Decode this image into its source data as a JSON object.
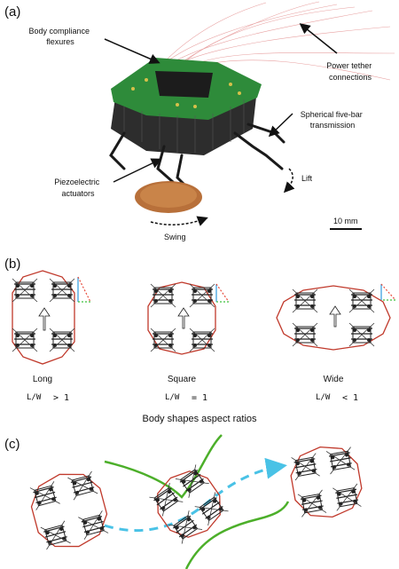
{
  "panels": {
    "a": {
      "label": "(a)",
      "annotations": [
        {
          "id": "flexures",
          "lines": [
            "Body compliance",
            "flexures"
          ]
        },
        {
          "id": "tether",
          "lines": [
            "Power tether",
            "connections"
          ]
        },
        {
          "id": "transmission",
          "lines": [
            "Spherical five-bar",
            "transmission"
          ]
        },
        {
          "id": "actuators",
          "lines": [
            "Piezoelectric",
            "actuators"
          ]
        },
        {
          "id": "lift",
          "lines": [
            "Lift"
          ]
        },
        {
          "id": "swing",
          "lines": [
            "Swing"
          ]
        }
      ],
      "scale_bar": "10 mm"
    },
    "b": {
      "label": "(b)",
      "shapes": [
        {
          "name": "Long",
          "ratio_sym": "L/W",
          "ratio_cmp": "> 1"
        },
        {
          "name": "Square",
          "ratio_sym": "L/W",
          "ratio_cmp": "= 1"
        },
        {
          "name": "Wide",
          "ratio_sym": "L/W",
          "ratio_cmp": "< 1"
        }
      ],
      "caption": "Body shapes aspect ratios"
    },
    "c": {
      "label": "(c)"
    }
  },
  "colors": {
    "body_outline": "#c0392b",
    "path_green": "#4caf2a",
    "path_blue": "#49c2e6",
    "arrow_red": "#e74c3c",
    "arrow_blue": "#2f9be0",
    "arrow_green": "#3fc23f",
    "pcb_green": "#2e8b3a",
    "penny": "#b8703a"
  }
}
